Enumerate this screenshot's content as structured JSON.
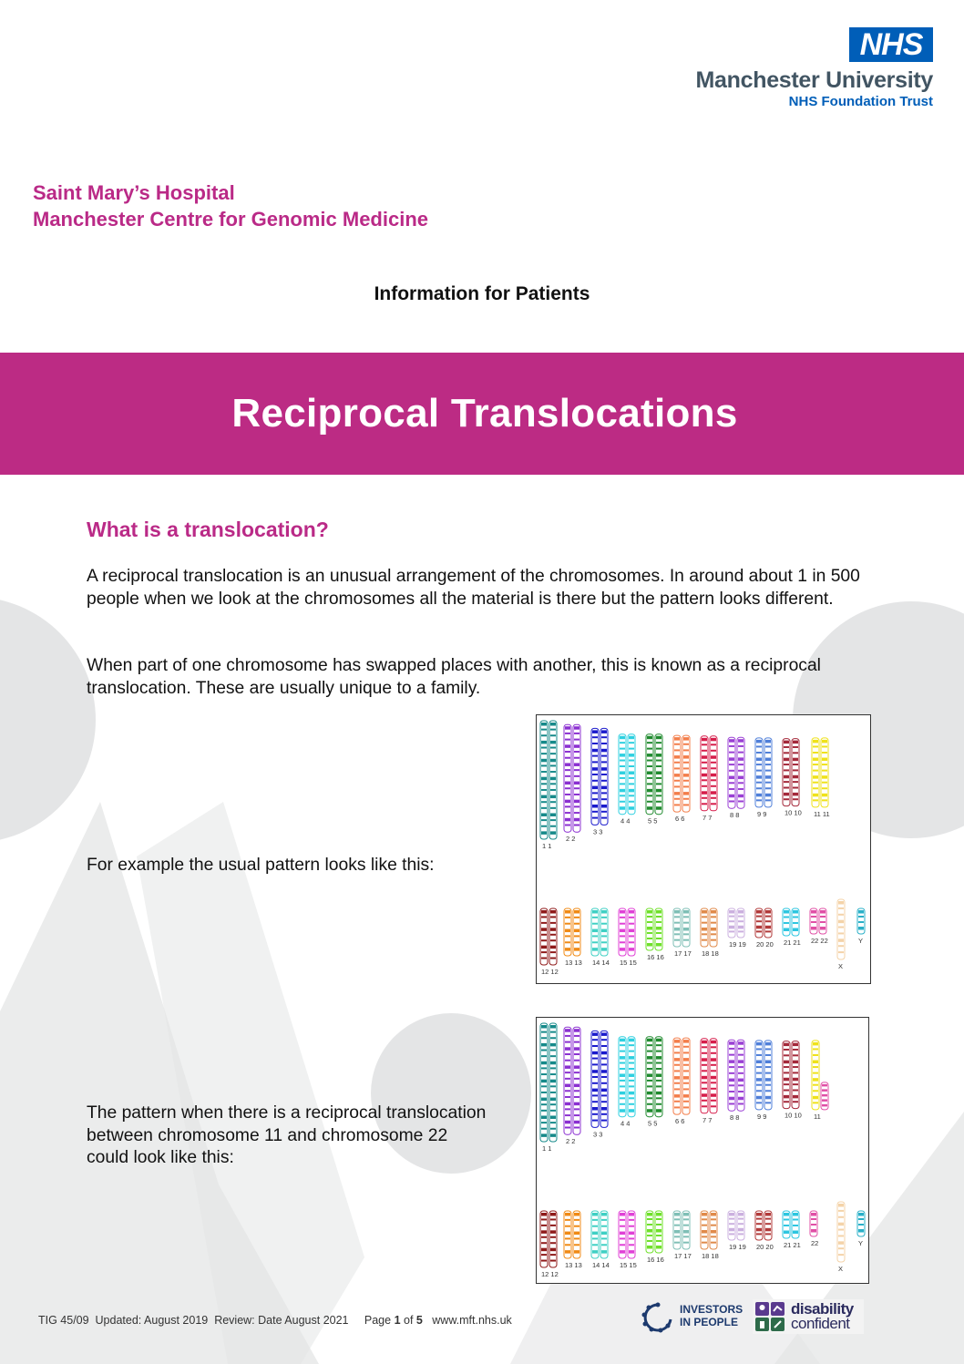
{
  "header": {
    "nhs_logo": "NHS",
    "trust_name": "Manchester University",
    "trust_sub": "NHS Foundation Trust",
    "hospital_line1": "Saint Mary’s Hospital",
    "hospital_line2": "Manchester Centre for Genomic Medicine",
    "info_for_patients": "Information for Patients"
  },
  "title": "Reciprocal Translocations",
  "colors": {
    "brand_magenta": "#bc2b84",
    "heading_magenta": "#ba2a87",
    "nhs_blue": "#005eb8",
    "watermark_grey": "#e4e5e6"
  },
  "section": {
    "heading": "What is a translocation?",
    "para1": "A reciprocal translocation is an unusual arrangement of the chromosomes.  In around about 1 in 500 people when we look at the chromosomes all the material is there but the pattern looks different.",
    "para2": "When part of one chromosome has swapped places with another, this is known as a reciprocal translocation.  These are usually unique to a family."
  },
  "examples": {
    "usual_text": "For example the usual pattern looks like this:",
    "translocation_text": "The pattern when there is a reciprocal translocation between chromosome 11 and chromosome 22 could look like this:"
  },
  "karyotype": {
    "row1": [
      {
        "label": "1 1",
        "color": "#168a8a"
      },
      {
        "label": "2 2",
        "color": "#8b2fd1"
      },
      {
        "label": "3 3",
        "color": "#1a1acc"
      },
      {
        "label": "4 4",
        "color": "#2dd0e0"
      },
      {
        "label": "5 5",
        "color": "#1f8a2e"
      },
      {
        "label": "6 6",
        "color": "#f37d4a"
      },
      {
        "label": "7 7",
        "color": "#d61d4a"
      },
      {
        "label": "8 8",
        "color": "#9a3fd4"
      },
      {
        "label": "9 9",
        "color": "#4f7fd9"
      },
      {
        "label": "10 10",
        "color": "#a4283a"
      },
      {
        "label": "11 11",
        "color": "#efe21a"
      }
    ],
    "row2": [
      {
        "label": "12 12",
        "color": "#8f1a1a"
      },
      {
        "label": "13 13",
        "color": "#f08a14"
      },
      {
        "label": "14 14",
        "color": "#3fd0c4"
      },
      {
        "label": "15 15",
        "color": "#e03fd6"
      },
      {
        "label": "16 16",
        "color": "#6fe02a"
      },
      {
        "label": "17 17",
        "color": "#7fbfb6"
      },
      {
        "label": "18 18",
        "color": "#e08a4a"
      },
      {
        "label": "19 19",
        "color": "#cbb0df"
      },
      {
        "label": "20 20",
        "color": "#b23a3a"
      },
      {
        "label": "21 21",
        "color": "#2cc6e0"
      },
      {
        "label": "22 22",
        "color": "#e04fa6"
      },
      {
        "label": "X",
        "color": "#f4d3a8"
      },
      {
        "label": "Y",
        "color": "#2ab0c8"
      }
    ],
    "row1_translocation_labels": [
      "1 1",
      "2 2",
      "3 3",
      "4 4",
      "5 5",
      "6 6",
      "7 7",
      "8 8",
      "9 9",
      "10 10",
      "11"
    ],
    "row2_translocation_labels": [
      "12 12",
      "13 13",
      "14 14",
      "15 15",
      "16 16",
      "17 17",
      "18 18",
      "19 19",
      "20 20",
      "21 21",
      "22",
      "X",
      "Y"
    ]
  },
  "footer": {
    "left": "TIG 45/09  Updated: August 2019  Review: Date August 2021",
    "page_prefix": "Page ",
    "page_num": "1",
    "page_of": " of ",
    "page_total": "5",
    "site": "www.mft.nhs.uk",
    "iip_line1": "INVESTORS",
    "iip_line2": "IN PEOPLE",
    "dc_line1": "disability",
    "dc_line2": "confident"
  }
}
